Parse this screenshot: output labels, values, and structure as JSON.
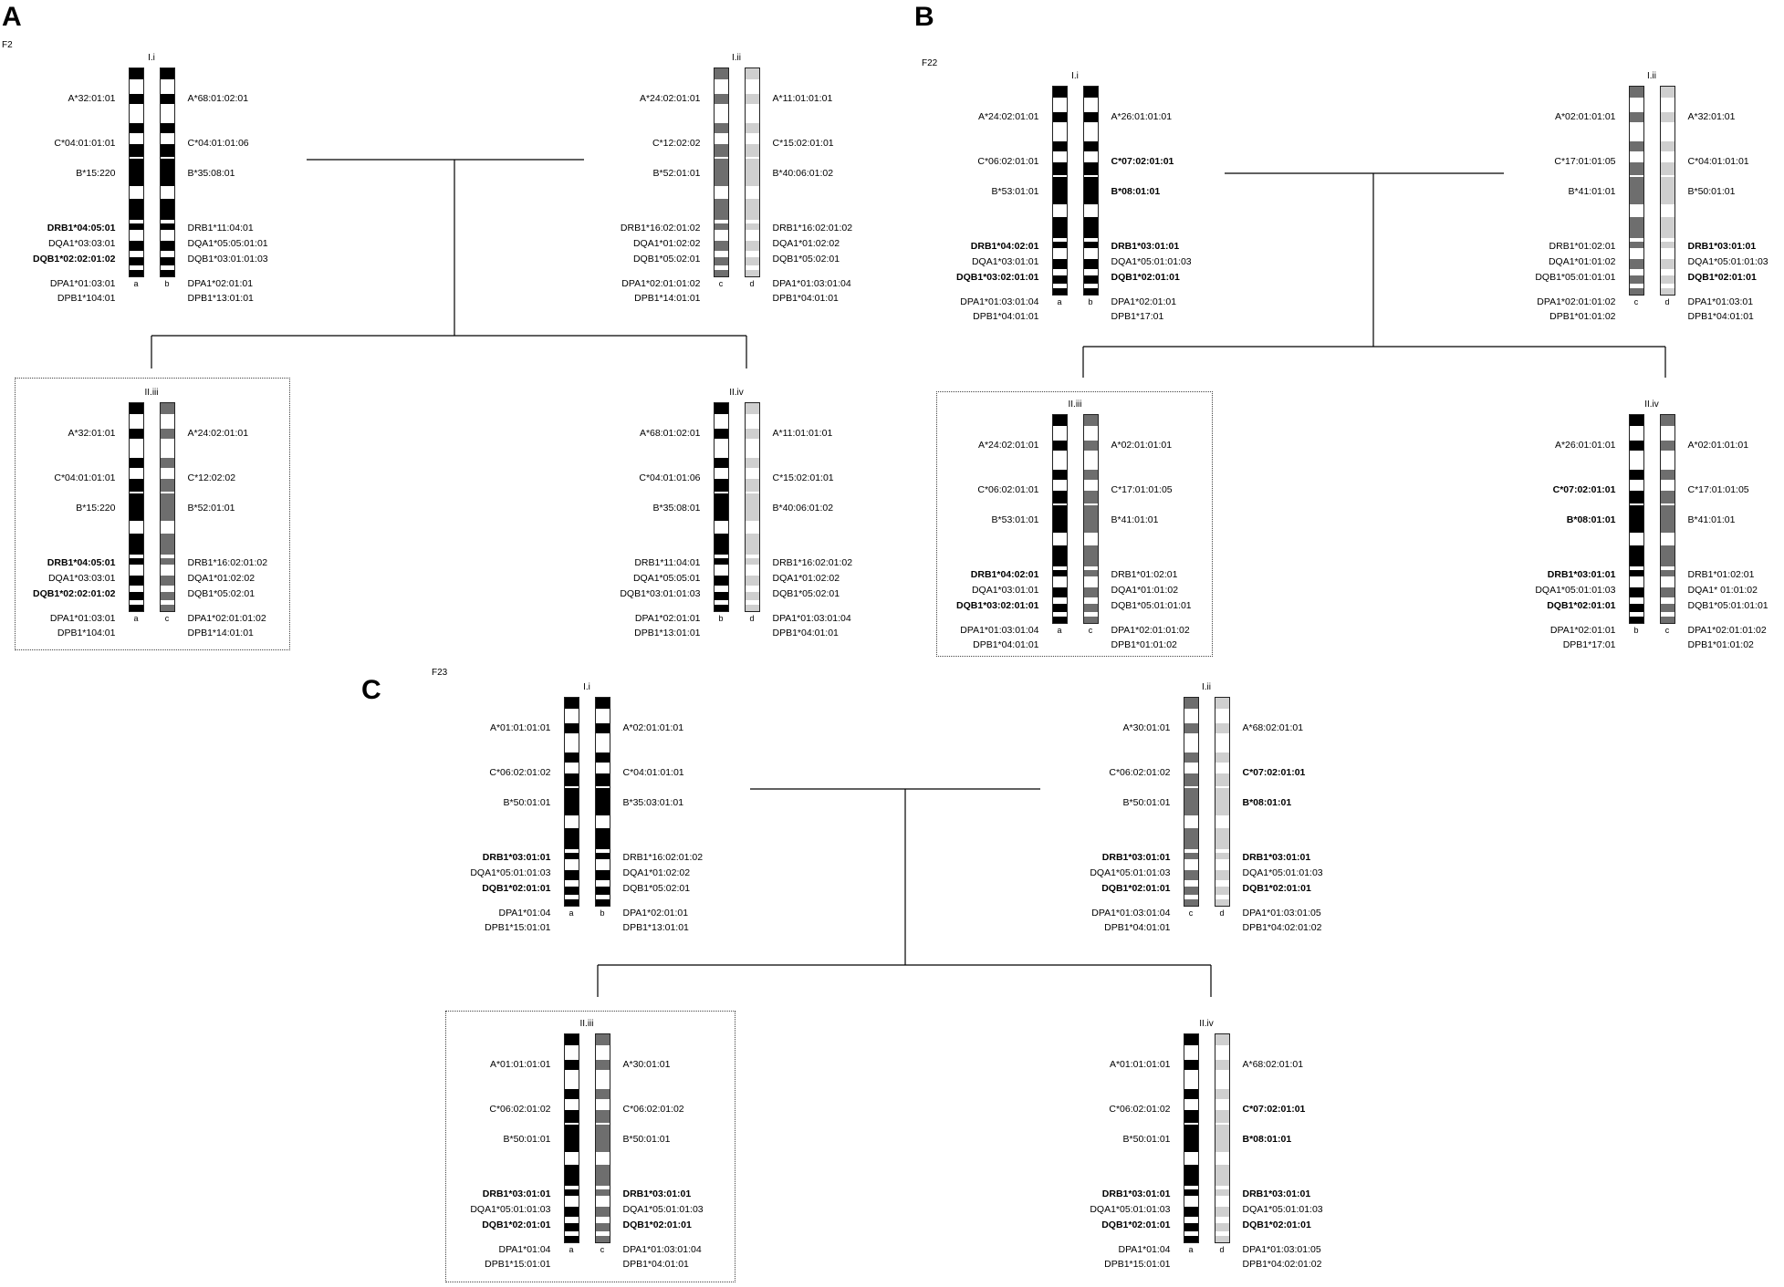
{
  "colors": {
    "a": "#000000",
    "b": "#000000",
    "c": "#6e6e6e",
    "d": "#cfcfcf",
    "white": "#ffffff"
  },
  "panels": [
    {
      "letter": "A",
      "family": "F2",
      "subjects": [
        {
          "id": "I.i",
          "left_hap": "a",
          "right_hap": "b",
          "left": [
            "A*32:01:01",
            "C*04:01:01:01",
            "B*15:220",
            "DRB1*04:05:01",
            "DQA1*03:03:01",
            "DQB1*02:02:01:02",
            "DPA1*01:03:01",
            "DPB1*104:01"
          ],
          "right": [
            "A*68:01:02:01",
            "C*04:01:01:06",
            "B*35:08:01",
            "DRB1*11:04:01",
            "DQA1*05:05:01:01",
            "DQB1*03:01:01:03",
            "DPA1*02:01:01",
            "DPB1*13:01:01"
          ],
          "bold_left": [
            3,
            5
          ],
          "bold_right": []
        },
        {
          "id": "I.ii",
          "left_hap": "c",
          "right_hap": "d",
          "left": [
            "A*24:02:01:01",
            "C*12:02:02",
            "B*52:01:01",
            "DRB1*16:02:01:02",
            "DQA1*01:02:02",
            "DQB1*05:02:01",
            "DPA1*02:01:01:02",
            "DPB1*14:01:01"
          ],
          "right": [
            "A*11:01:01:01",
            "C*15:02:01:01",
            "B*40:06:01:02",
            "DRB1*16:02:01:02",
            "DQA1*01:02:02",
            "DQB1*05:02:01",
            "DPA1*01:03:01:04",
            "DPB1*04:01:01"
          ],
          "bold_left": [],
          "bold_right": []
        },
        {
          "id": "II.iii",
          "left_hap": "a",
          "right_hap": "c",
          "left": [
            "A*32:01:01",
            "C*04:01:01:01",
            "B*15:220",
            "DRB1*04:05:01",
            "DQA1*03:03:01",
            "DQB1*02:02:01:02",
            "DPA1*01:03:01",
            "DPB1*104:01"
          ],
          "right": [
            "A*24:02:01:01",
            "C*12:02:02",
            "B*52:01:01",
            "DRB1*16:02:01:02",
            "DQA1*01:02:02",
            "DQB1*05:02:01",
            "DPA1*02:01:01:02",
            "DPB1*14:01:01"
          ],
          "bold_left": [
            3,
            5
          ],
          "bold_right": []
        },
        {
          "id": "II.iv",
          "left_hap": "b",
          "right_hap": "d",
          "left": [
            "A*68:01:02:01",
            "C*04:01:01:06",
            "B*35:08:01",
            "DRB1*11:04:01",
            "DQA1*05:05:01",
            "DQB1*03:01:01:03",
            "DPA1*02:01:01",
            "DPB1*13:01:01"
          ],
          "right": [
            "A*11:01:01:01",
            "C*15:02:01:01",
            "B*40:06:01:02",
            "DRB1*16:02:01:02",
            "DQA1*01:02:02",
            "DQB1*05:02:01",
            "DPA1*01:03:01:04",
            "DPB1*04:01:01"
          ],
          "bold_left": [],
          "bold_right": []
        }
      ]
    },
    {
      "letter": "B",
      "family": "F22",
      "subjects": [
        {
          "id": "I.i",
          "left_hap": "a",
          "right_hap": "b",
          "left": [
            "A*24:02:01:01",
            "C*06:02:01:01",
            "B*53:01:01",
            "DRB1*04:02:01",
            "DQA1*03:01:01",
            "DQB1*03:02:01:01",
            "DPA1*01:03:01:04",
            "DPB1*04:01:01"
          ],
          "right": [
            "A*26:01:01:01",
            "C*07:02:01:01",
            "B*08:01:01",
            "DRB1*03:01:01",
            "DQA1*05:01:01:03",
            "DQB1*02:01:01",
            "DPA1*02:01:01",
            "DPB1*17:01"
          ],
          "bold_left": [
            3,
            5
          ],
          "bold_right": [
            1,
            2,
            3,
            5
          ]
        },
        {
          "id": "I.ii",
          "left_hap": "c",
          "right_hap": "d",
          "left": [
            "A*02:01:01:01",
            "C*17:01:01:05",
            "B*41:01:01",
            "DRB1*01:02:01",
            "DQA1*01:01:02",
            "DQB1*05:01:01:01",
            "DPA1*02:01:01:02",
            "DPB1*01:01:02"
          ],
          "right": [
            "A*32:01:01",
            "C*04:01:01:01",
            "B*50:01:01",
            "DRB1*03:01:01",
            "DQA1*05:01:01:03",
            "DQB1*02:01:01",
            "DPA1*01:03:01",
            "DPB1*04:01:01"
          ],
          "bold_left": [],
          "bold_right": [
            3,
            5
          ]
        },
        {
          "id": "II.iii",
          "left_hap": "a",
          "right_hap": "c",
          "left": [
            "A*24:02:01:01",
            "C*06:02:01:01",
            "B*53:01:01",
            "DRB1*04:02:01",
            "DQA1*03:01:01",
            "DQB1*03:02:01:01",
            "DPA1*01:03:01:04",
            "DPB1*04:01:01"
          ],
          "right": [
            "A*02:01:01:01",
            "C*17:01:01:05",
            "B*41:01:01",
            "DRB1*01:02:01",
            "DQA1*01:01:02",
            "DQB1*05:01:01:01",
            "DPA1*02:01:01:02",
            "DPB1*01:01:02"
          ],
          "bold_left": [
            3,
            5
          ],
          "bold_right": []
        },
        {
          "id": "II.iv",
          "left_hap": "b",
          "right_hap": "c",
          "left": [
            "A*26:01:01:01",
            "C*07:02:01:01",
            "B*08:01:01",
            "DRB1*03:01:01",
            "DQA1*05:01:01:03",
            "DQB1*02:01:01",
            "DPA1*02:01:01",
            "DPB1*17:01"
          ],
          "right": [
            "A*02:01:01:01",
            "C*17:01:01:05",
            "B*41:01:01",
            "DRB1*01:02:01",
            "DQA1* 01:01:02",
            "DQB1*05:01:01:01",
            "DPA1*02:01:01:02",
            "DPB1*01:01:02"
          ],
          "bold_left": [
            1,
            2,
            3,
            5
          ],
          "bold_right": []
        }
      ]
    },
    {
      "letter": "C",
      "family": "F23",
      "subjects": [
        {
          "id": "I.i",
          "left_hap": "a",
          "right_hap": "b",
          "left": [
            "A*01:01:01:01",
            "C*06:02:01:02",
            "B*50:01:01",
            "DRB1*03:01:01",
            "DQA1*05:01:01:03",
            "DQB1*02:01:01",
            "DPA1*01:04",
            "DPB1*15:01:01"
          ],
          "right": [
            "A*02:01:01:01",
            "C*04:01:01:01",
            "B*35:03:01:01",
            "DRB1*16:02:01:02",
            "DQA1*01:02:02",
            "DQB1*05:02:01",
            "DPA1*02:01:01",
            "DPB1*13:01:01"
          ],
          "bold_left": [
            3,
            5
          ],
          "bold_right": []
        },
        {
          "id": "I.ii",
          "left_hap": "c",
          "right_hap": "d",
          "left": [
            "A*30:01:01",
            "C*06:02:01:02",
            "B*50:01:01",
            "DRB1*03:01:01",
            "DQA1*05:01:01:03",
            "DQB1*02:01:01",
            "DPA1*01:03:01:04",
            "DPB1*04:01:01"
          ],
          "right": [
            "A*68:02:01:01",
            "C*07:02:01:01",
            "B*08:01:01",
            "DRB1*03:01:01",
            "DQA1*05:01:01:03",
            "DQB1*02:01:01",
            "DPA1*01:03:01:05",
            "DPB1*04:02:01:02"
          ],
          "bold_left": [
            3,
            5
          ],
          "bold_right": [
            1,
            2,
            3,
            5
          ]
        },
        {
          "id": "II.iii",
          "left_hap": "a",
          "right_hap": "c",
          "left": [
            "A*01:01:01:01",
            "C*06:02:01:02",
            "B*50:01:01",
            "DRB1*03:01:01",
            "DQA1*05:01:01:03",
            "DQB1*02:01:01",
            "DPA1*01:04",
            "DPB1*15:01:01"
          ],
          "right": [
            "A*30:01:01",
            "C*06:02:01:02",
            "B*50:01:01",
            "DRB1*03:01:01",
            "DQA1*05:01:01:03",
            "DQB1*02:01:01",
            "DPA1*01:03:01:04",
            "DPB1*04:01:01"
          ],
          "bold_left": [
            3,
            5
          ],
          "bold_right": [
            3,
            5
          ]
        },
        {
          "id": "II.iv",
          "left_hap": "a",
          "right_hap": "d",
          "left": [
            "A*01:01:01:01",
            "C*06:02:01:02",
            "B*50:01:01",
            "DRB1*03:01:01",
            "DQA1*05:01:01:03",
            "DQB1*02:01:01",
            "DPA1*01:04",
            "DPB1*15:01:01"
          ],
          "right": [
            "A*68:02:01:01",
            "C*07:02:01:01",
            "B*08:01:01",
            "DRB1*03:01:01",
            "DQA1*05:01:01:03",
            "DQB1*02:01:01",
            "DPA1*01:03:01:05",
            "DPB1*04:02:01:02"
          ],
          "bold_left": [
            3,
            5
          ],
          "bold_right": [
            1,
            2,
            3,
            5
          ]
        }
      ]
    }
  ]
}
